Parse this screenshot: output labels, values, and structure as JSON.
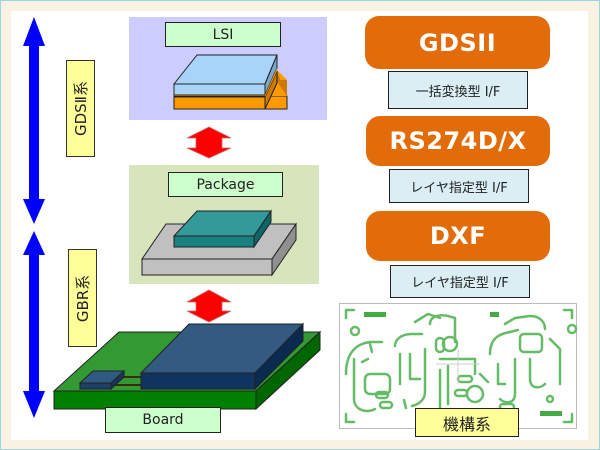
{
  "side_labels": {
    "gdsii_system": "GDSⅡ系",
    "gbr_system": "GBR系"
  },
  "levels": {
    "lsi": "LSI",
    "package": "Package",
    "board": "Board"
  },
  "formats": [
    {
      "name": "GDSII",
      "interface": "一括変換型 I/F"
    },
    {
      "name": "RS274D/X",
      "interface": "レイヤ指定型 I/F"
    },
    {
      "name": "DXF",
      "interface": "レイヤ指定型 I/F"
    }
  ],
  "mechanical": {
    "label": "機構系"
  },
  "colors": {
    "background": "#f8f2e2",
    "arrow_blue": "#0000ff",
    "arrow_red": "#ff0000",
    "format_orange": "#e26b0a",
    "interface_fill": "#daeef3",
    "label_yellow": "#ffff99",
    "tag_green": "#ccffcc",
    "lsi_panel": "#ccccff",
    "package_panel": "#d8e4bc",
    "board_green": "#339933",
    "chip_navy": "#2f5b82",
    "package_teal": "#339999",
    "pcb_trace_green": "#66bb66"
  }
}
